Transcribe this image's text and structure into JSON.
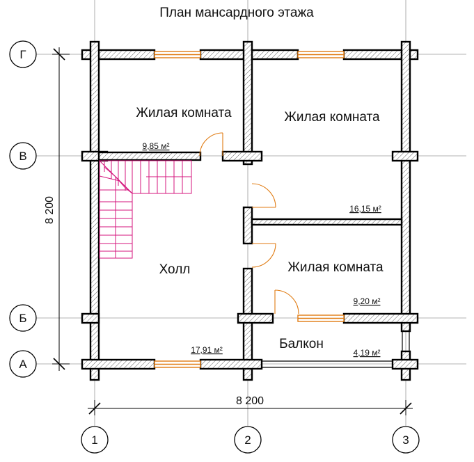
{
  "title": "План мансардного этажа",
  "rooms": {
    "living_nw": "Жилая комната",
    "living_ne": "Жилая комната",
    "living_se": "Жилая комната",
    "hall": "Холл",
    "balcony": "Балкон"
  },
  "areas": {
    "living_nw": "9,85 м²",
    "living_ne": "16,15 м²",
    "living_se": "9,20 м²",
    "hall": "17,91 м²",
    "balcony": "4,19 м²"
  },
  "axes": {
    "rows": [
      "Г",
      "В",
      "Б",
      "А"
    ],
    "cols": [
      "1",
      "2",
      "3"
    ]
  },
  "dimensions": {
    "vertical": "8 200",
    "horizontal": "8 200"
  },
  "colors": {
    "walls": "#000000",
    "stairs": "#d4147c",
    "doors_windows": "#e07a10",
    "grid": "#9a9a9a"
  }
}
